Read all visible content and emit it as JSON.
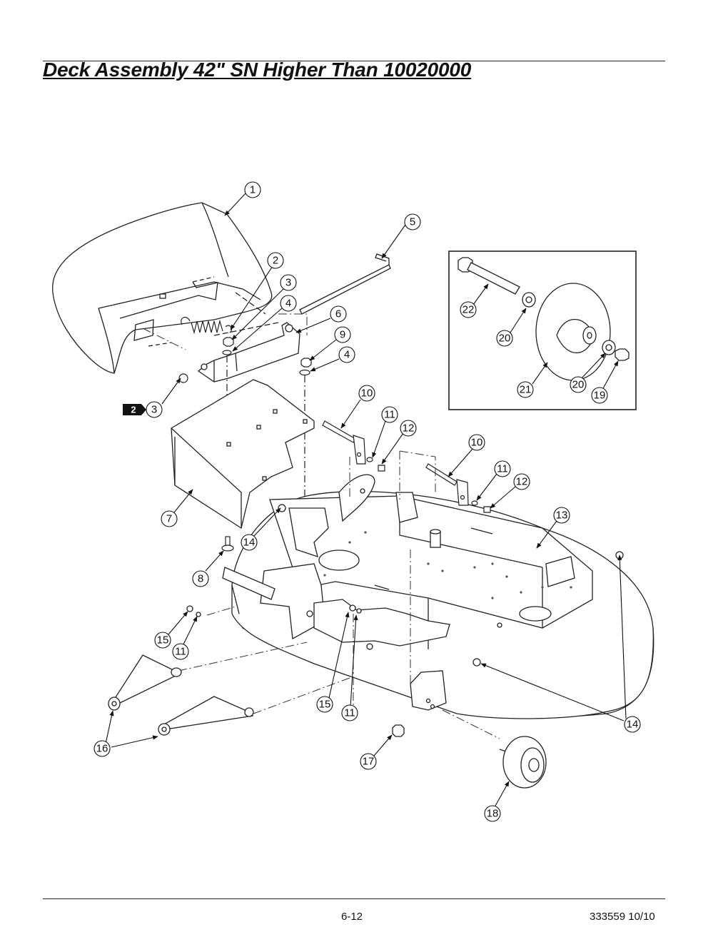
{
  "page": {
    "title": "Deck Assembly 42\" SN Higher Than 10020000",
    "page_number": "6-12",
    "doc_ref": "333559 10/10"
  },
  "badge": {
    "label": "2"
  },
  "callouts": [
    {
      "id": "c1",
      "label": "1"
    },
    {
      "id": "c2",
      "label": "2"
    },
    {
      "id": "c3a",
      "label": "3"
    },
    {
      "id": "c3b",
      "label": "3"
    },
    {
      "id": "c4a",
      "label": "4"
    },
    {
      "id": "c4b",
      "label": "4"
    },
    {
      "id": "c5",
      "label": "5"
    },
    {
      "id": "c6",
      "label": "6"
    },
    {
      "id": "c7",
      "label": "7"
    },
    {
      "id": "c8",
      "label": "8"
    },
    {
      "id": "c9",
      "label": "9"
    },
    {
      "id": "c10a",
      "label": "10"
    },
    {
      "id": "c10b",
      "label": "10"
    },
    {
      "id": "c11a",
      "label": "11"
    },
    {
      "id": "c11b",
      "label": "11"
    },
    {
      "id": "c11c",
      "label": "11"
    },
    {
      "id": "c11d",
      "label": "11"
    },
    {
      "id": "c12a",
      "label": "12"
    },
    {
      "id": "c12b",
      "label": "12"
    },
    {
      "id": "c13",
      "label": "13"
    },
    {
      "id": "c14a",
      "label": "14"
    },
    {
      "id": "c14b",
      "label": "14"
    },
    {
      "id": "c15a",
      "label": "15"
    },
    {
      "id": "c15b",
      "label": "15"
    },
    {
      "id": "c16",
      "label": "16"
    },
    {
      "id": "c17",
      "label": "17"
    },
    {
      "id": "c18",
      "label": "18"
    },
    {
      "id": "c19",
      "label": "19"
    },
    {
      "id": "c20a",
      "label": "20"
    },
    {
      "id": "c20b",
      "label": "20"
    },
    {
      "id": "c21",
      "label": "21"
    },
    {
      "id": "c22",
      "label": "22"
    }
  ]
}
